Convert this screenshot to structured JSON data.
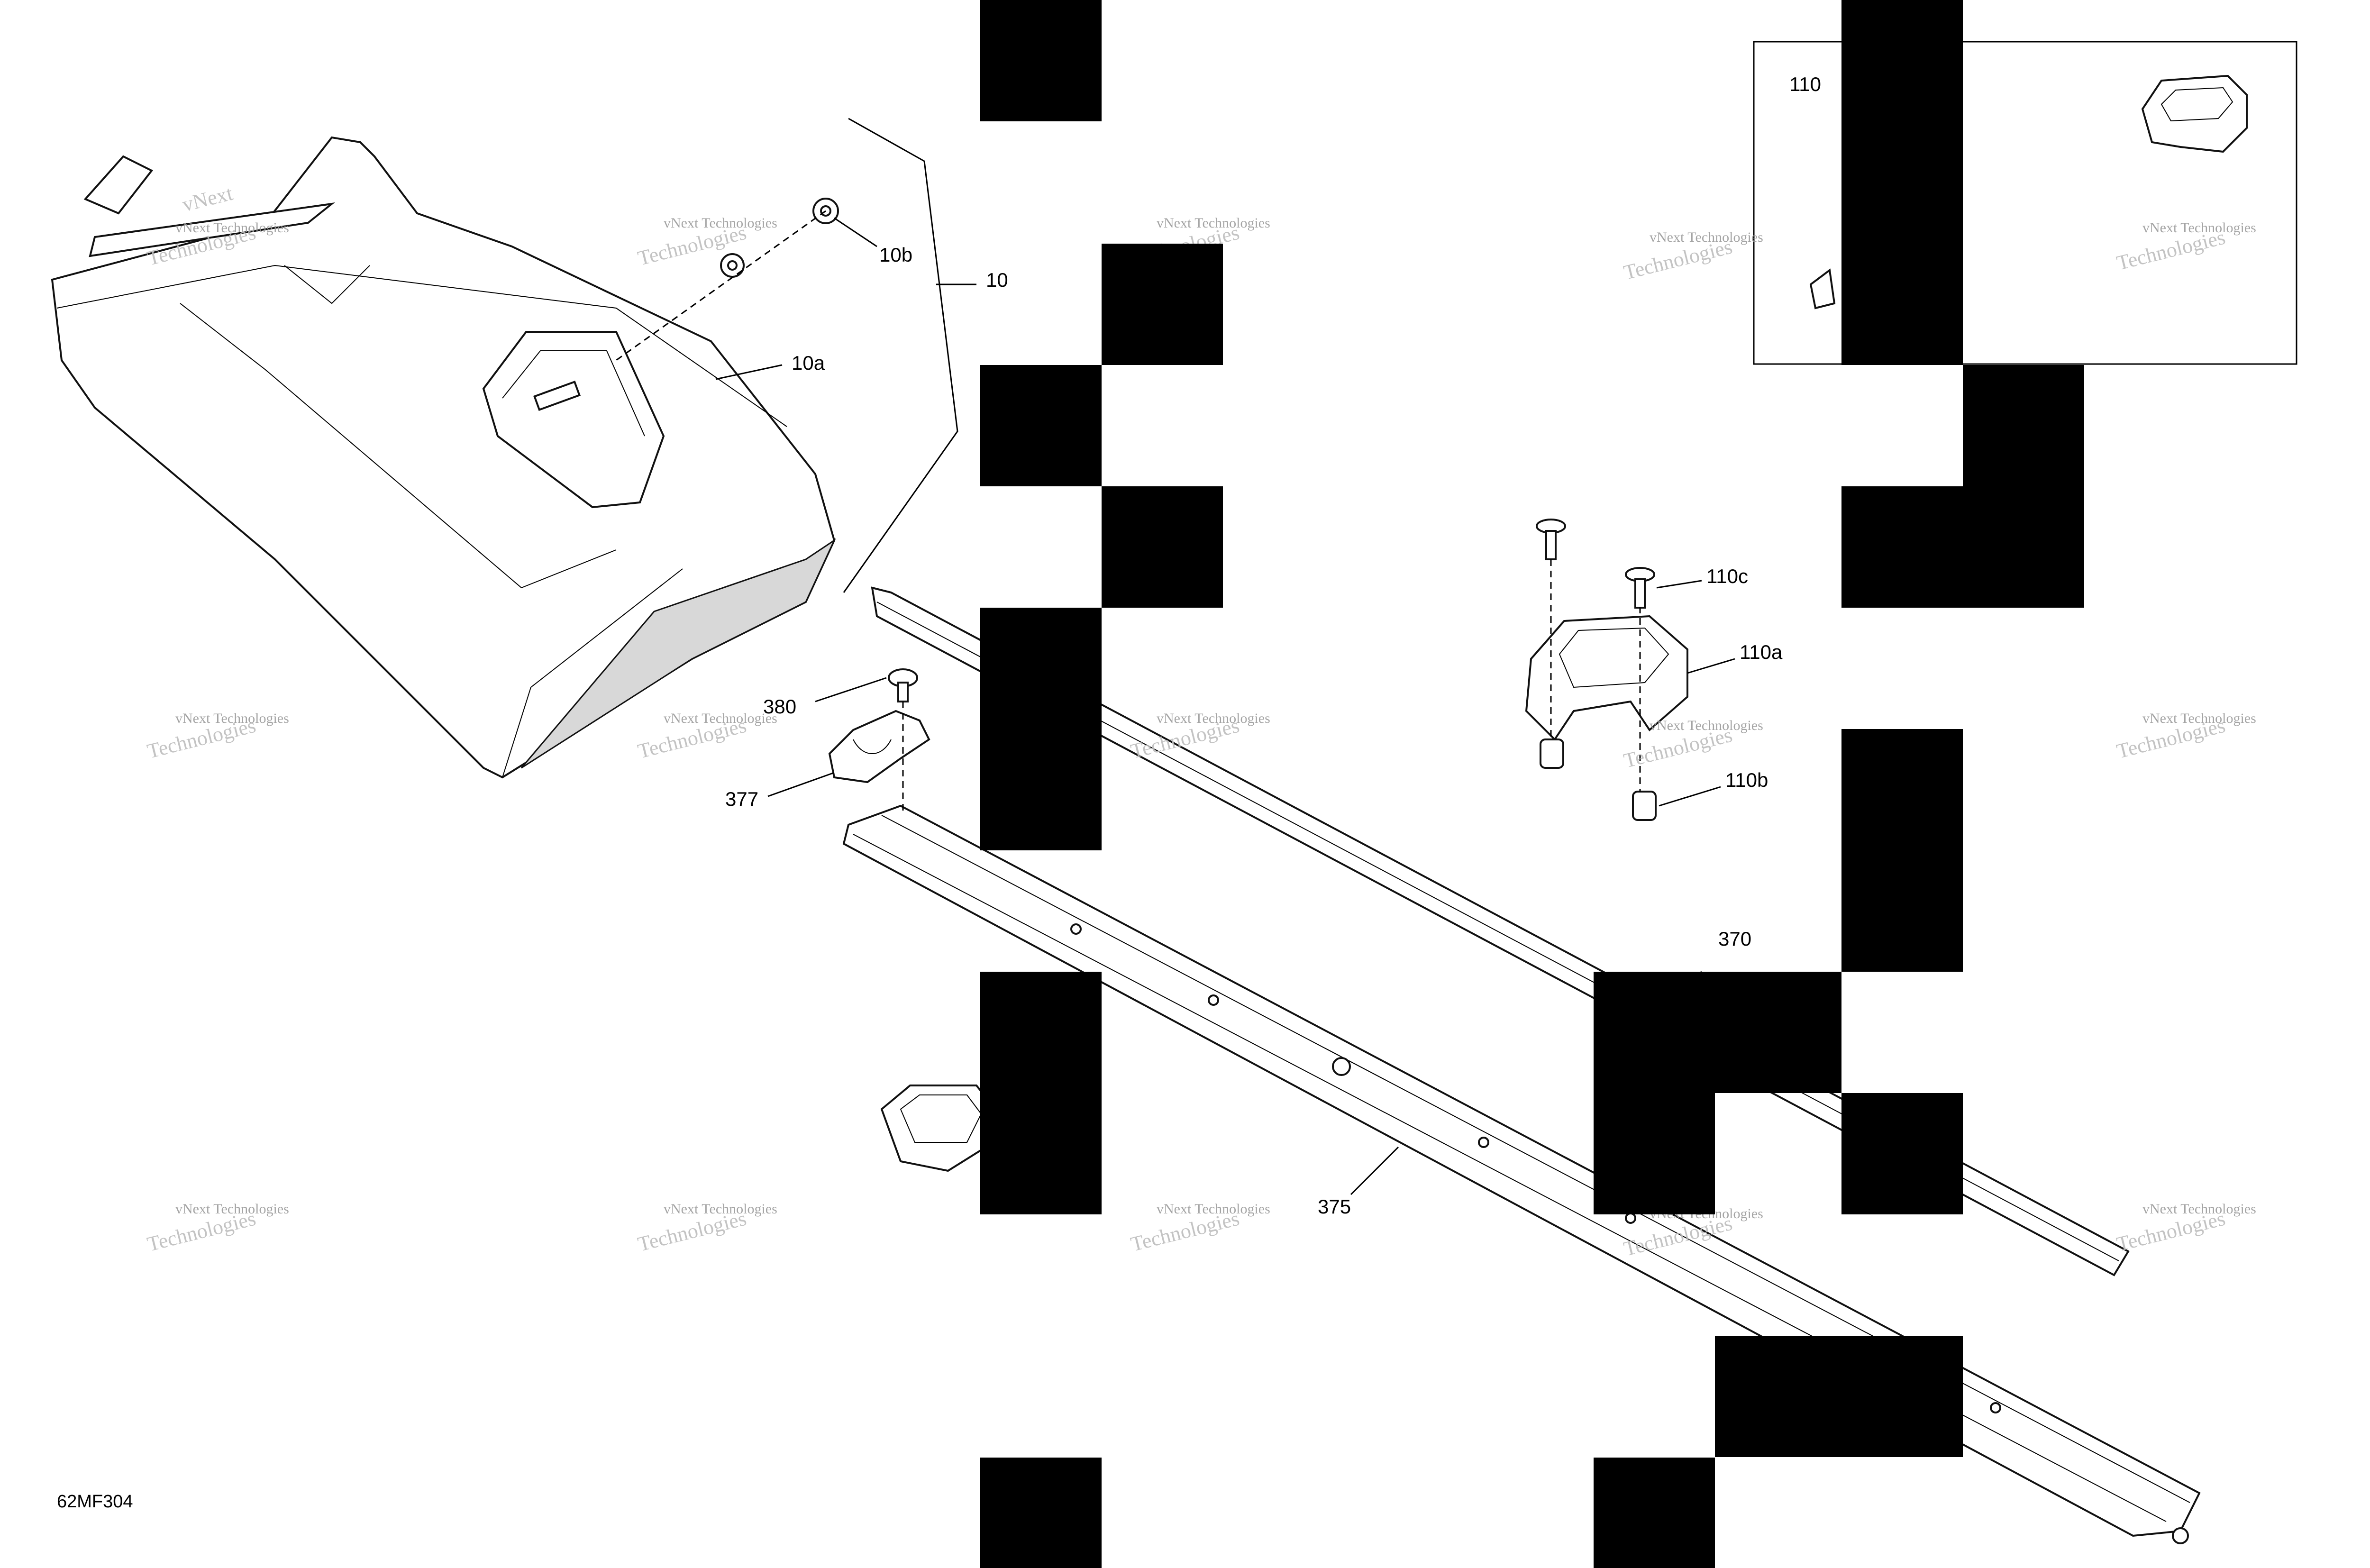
{
  "diagram": {
    "code": "62MF304",
    "callouts": {
      "c10": "10",
      "c10a": "10a",
      "c10b": "10b",
      "c110": "110",
      "c110a": "110a",
      "c110b": "110b",
      "c110c": "110c",
      "c370": "370",
      "c375": "375",
      "c377": "377",
      "c380": "380"
    },
    "watermark": {
      "line1": "vNext Technologies",
      "line2": "Technologies",
      "logo": "vNext"
    }
  }
}
